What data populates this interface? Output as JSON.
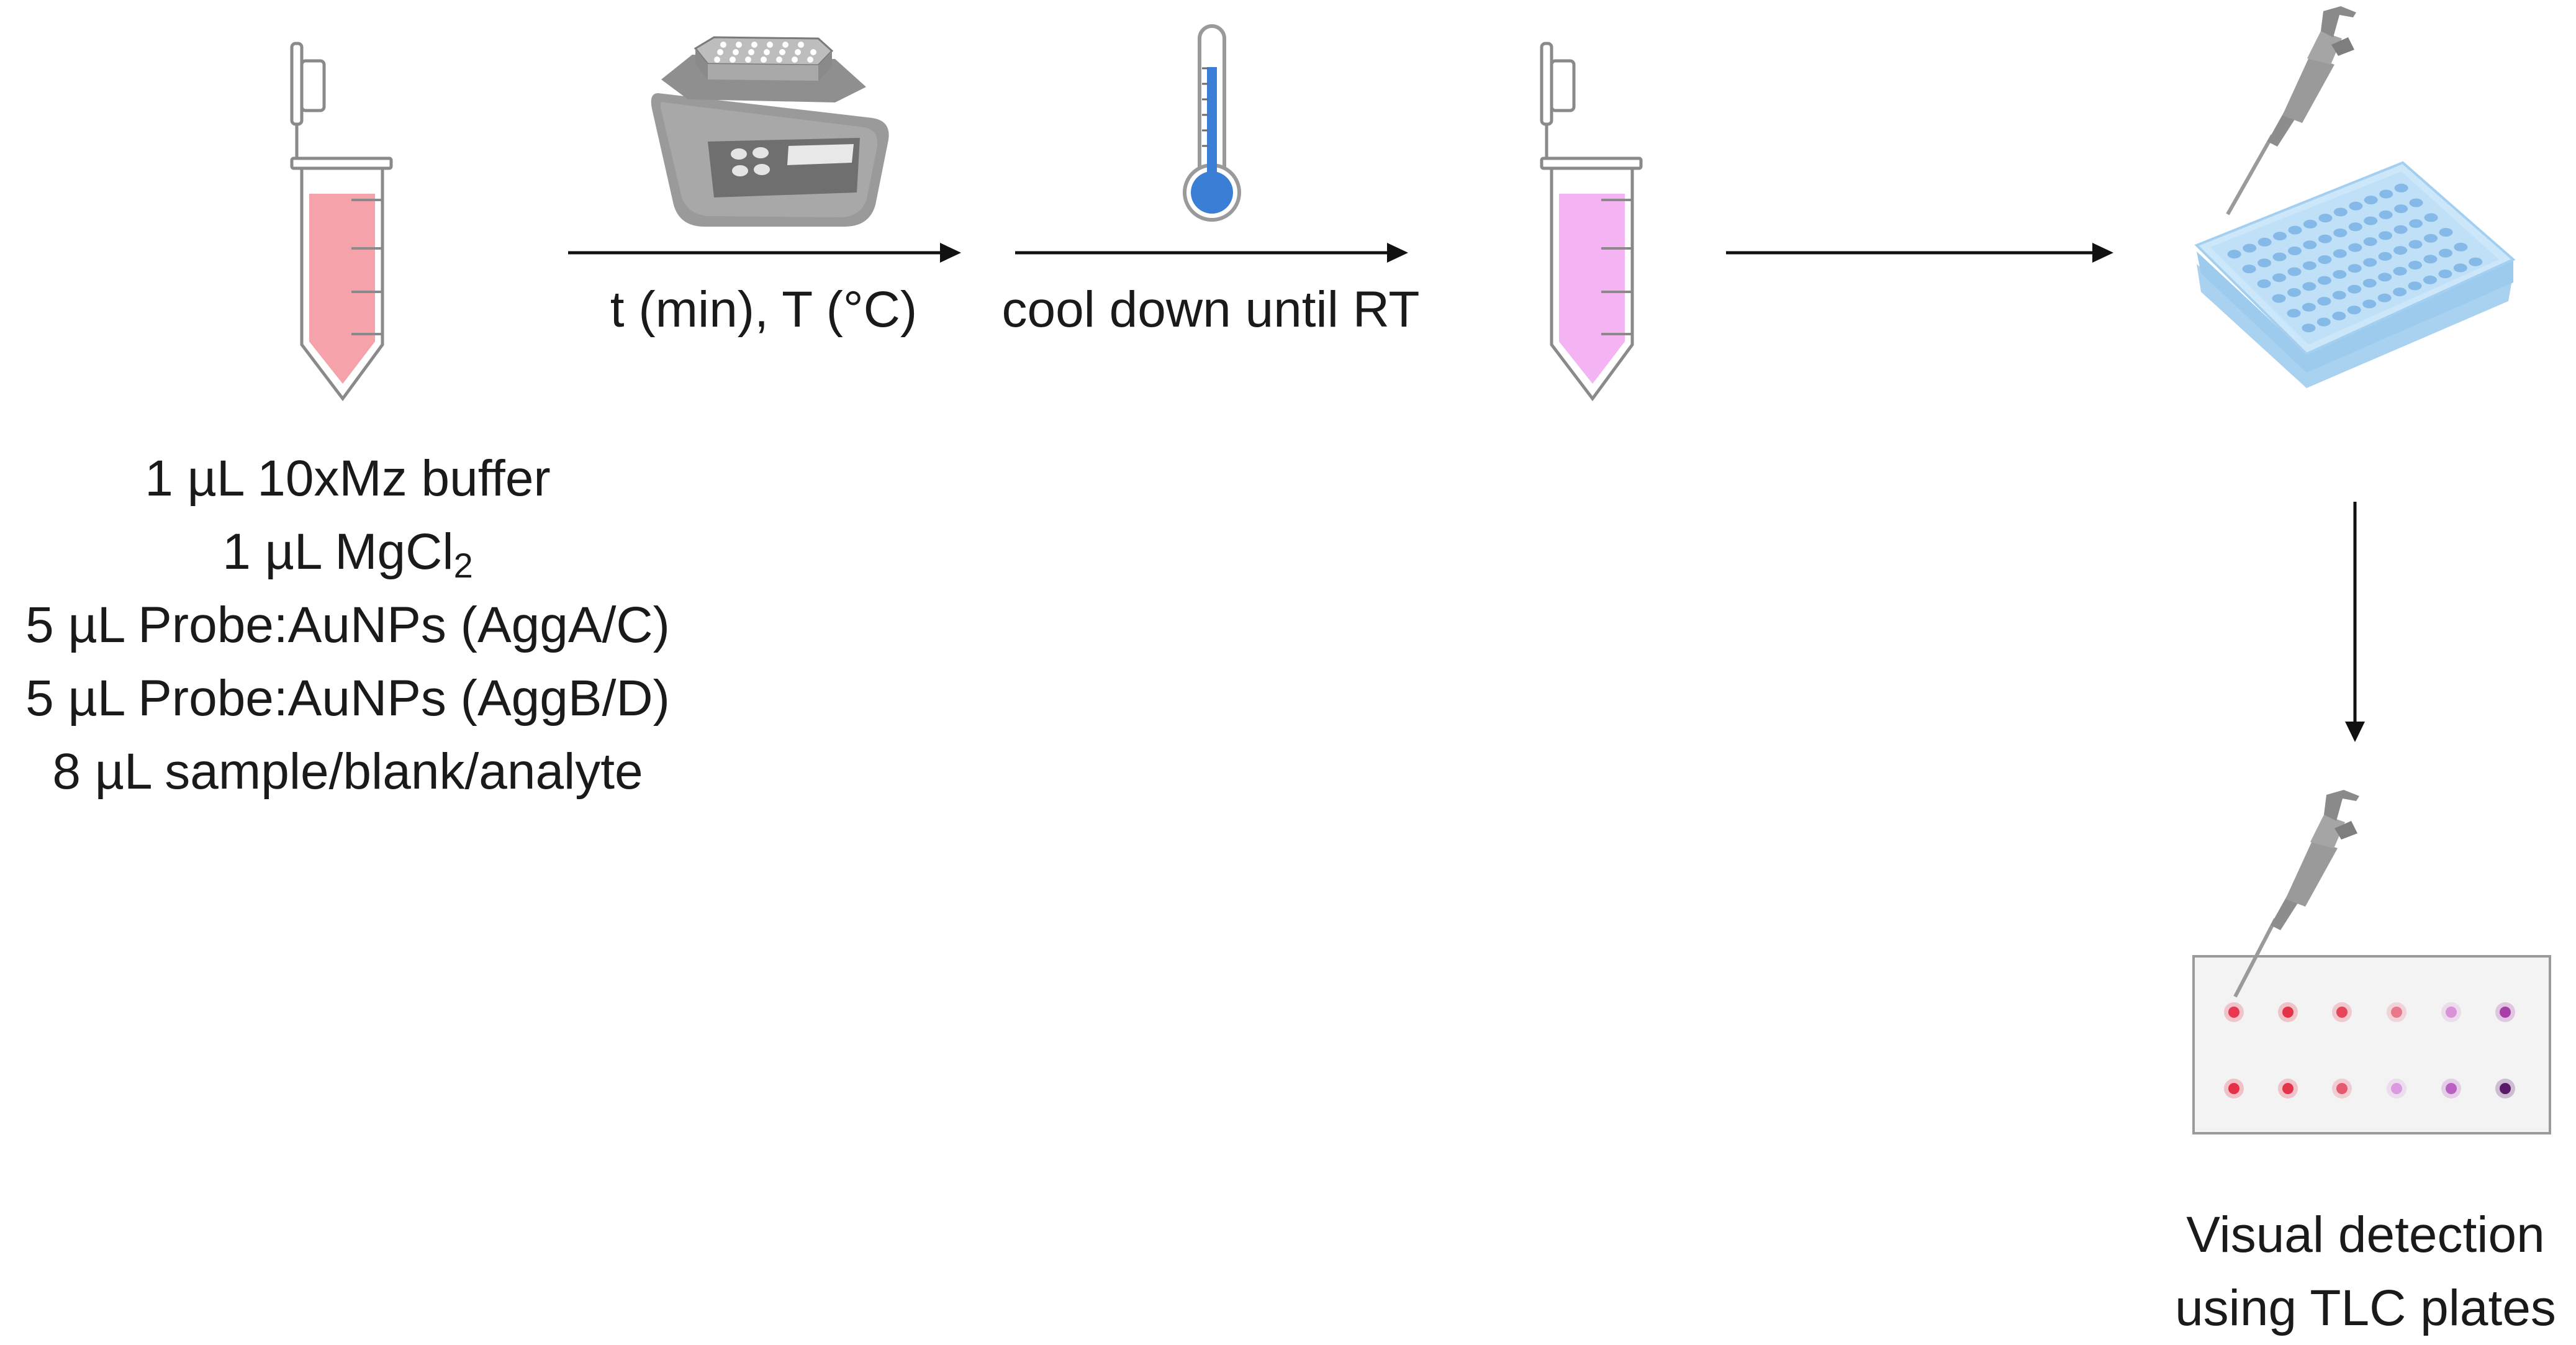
{
  "step1": {
    "label": "t (min), T (°C)",
    "device_icon": "thermoshaker-icon"
  },
  "step2": {
    "label": "cool down until RT",
    "device_icon": "thermometer-icon"
  },
  "reagents": {
    "line1": "1 µL 10xMz buffer",
    "line2_prefix": "1 µL MgCl",
    "line2_sub": "2",
    "line3": "5 µL Probe:AuNPs (AggA/C)",
    "line4": "5 µL Probe:AuNPs (AggB/D)",
    "line5": "8 µL sample/blank/analyte"
  },
  "detection": {
    "line1": "Visual detection",
    "line2": "using TLC plates"
  },
  "icons": {
    "start_tube": "tube-red-icon",
    "end_tube": "tube-pink-icon",
    "plate": "well-plate-icon",
    "pipette": "pipette-icon",
    "tlc": "tlc-plate-icon"
  },
  "colors": {
    "tube_red": "#f6a2ab",
    "tube_pink": "#f4b4f4",
    "plate_blue": "#bfe0f7",
    "thermo_blue": "#3a7fd5",
    "device_gray": "#9a9a9a",
    "arrow": "#111111"
  },
  "tlc_spots": {
    "row1": [
      "#e8384e",
      "#e23348",
      "#e6465b",
      "#e8788a",
      "#d792d8",
      "#a83fa8"
    ],
    "row2": [
      "#e63048",
      "#e2344a",
      "#e65a70",
      "#d99ae0",
      "#b960c2",
      "#5a1a6a"
    ]
  }
}
